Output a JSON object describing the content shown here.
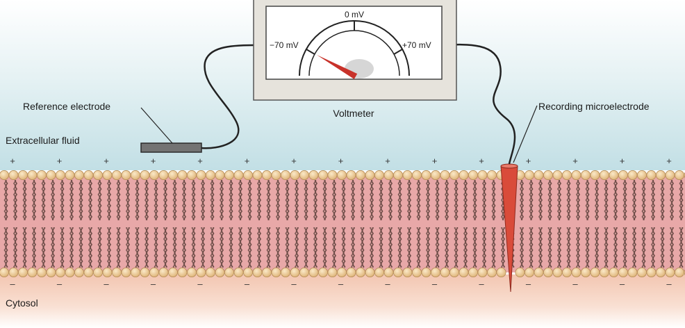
{
  "labels": {
    "voltmeter": "Voltmeter",
    "reference_electrode": "Reference electrode",
    "recording_microelectrode": "Recording microelectrode",
    "extracellular_fluid": "Extracellular fluid",
    "cytosol": "Cytosol"
  },
  "dial": {
    "left": "−70 mV",
    "center": "0 mV",
    "right": "+70 mV",
    "reading_mv": -70
  },
  "charges": {
    "outside": "+",
    "inside": "–"
  },
  "colors": {
    "extracellular": "#cfe6ea",
    "membrane": "#e8a8a8",
    "lipid_head": "#f2d6a4",
    "cytosol": "#f6d4c2",
    "needle": "#c8322a",
    "electrode": "#d94b3a"
  }
}
